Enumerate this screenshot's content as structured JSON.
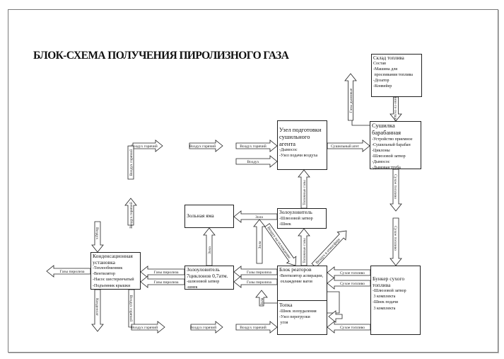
{
  "title": "БЛОК-СХЕМА ПОЛУЧЕНИЯ ПИРОЛИЗНОГО ГАЗА",
  "blocks": {
    "fuel_store": {
      "heading": "Склад топлива",
      "items": [
        "Состав",
        "-Машина для",
        " просеивания топлива",
        "-Дозатор",
        "-Конвейер"
      ]
    },
    "dryer": {
      "heading": [
        "Сушилка",
        "барабанная"
      ],
      "items": [
        "-Устройство приемное",
        "-Сушильный барабан",
        "-Циклоны",
        "-Шлюзовой затвор",
        "-Дымосос",
        "-Дымовая труба"
      ]
    },
    "drying_agent_unit": {
      "heading": [
        "Узел подготовки",
        "сушильного",
        "агента"
      ],
      "items": [
        "-Дымосос",
        "-Узел подачи воздуха"
      ]
    },
    "ash_pit": {
      "heading": "Зольная яма",
      "items": []
    },
    "ash_catcher_top": {
      "heading": "Золоуловитель",
      "items": [
        "-Шлюзовой затвор",
        "-Шнек"
      ]
    },
    "condensation_unit": {
      "heading": [
        "Конденсационная",
        "установка"
      ],
      "items": [
        "-Теплообменник",
        "-Вентилятор",
        "-Насос шестеренчатый",
        "-Подъемник крышки"
      ]
    },
    "ash_catcher_cyclones": {
      "heading": [
        "Золоуловитель",
        "7циклонов 0,7атм."
      ],
      "items": [
        "-шлюзовой затвор",
        "-шнек"
      ]
    },
    "reactor_block": {
      "heading": "Блок реаторов",
      "items": [
        "-Вентилятор аспирации,",
        " охлаждение вагов"
      ]
    },
    "furnace": {
      "heading": "Топка",
      "items": [
        "-Шнек золоудаления",
        "-Узел перегрузки",
        " угля"
      ]
    },
    "dry_fuel_bunker": {
      "heading": [
        "Бункер сухого",
        "топлива"
      ],
      "items": [
        "-Шлюзовой затвор",
        " 3 комплекта",
        "-Шнек подачи",
        " 3 комплекта"
      ]
    }
  },
  "flows": {
    "fuel_from_store": "топливо со склада",
    "flue_gases": "Газы дымовые",
    "drying_agent": "Сушильный агет",
    "hot_air": "Воздух горячий",
    "air": "Воздух",
    "flue_gases_up": "Топочные газы",
    "ash": "Зола",
    "dry_fuel": "Сухое топливо",
    "pyrolysis_gases": "Газы пиролиза",
    "condensate": "Конденсат",
    "cooling_air": "Воздух на охлаждение",
    "air_to_atmosphere": "Воздух в атмосферу",
    "coal": "Уголь"
  }
}
